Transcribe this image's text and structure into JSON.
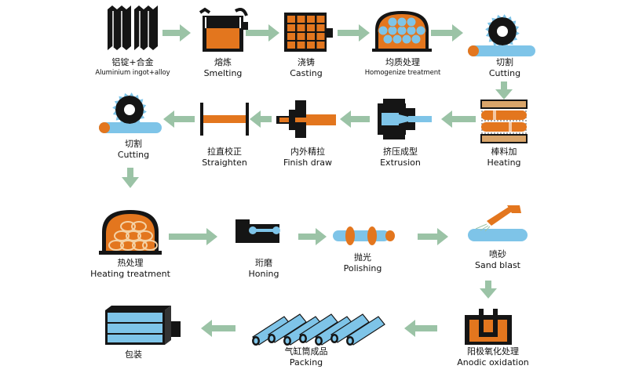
{
  "colors": {
    "arrow": "#9bc3a6",
    "orange": "#e3761e",
    "blue": "#7ec4e8",
    "dark": "#151515",
    "tan": "#d9a56a"
  },
  "steps": [
    {
      "id": "ingot",
      "cn": "铝锭+合金",
      "en": "Aluminium ingot+alloy",
      "icon": "ingot-icon"
    },
    {
      "id": "smelting",
      "cn": "熔炼",
      "en": "Smelting",
      "icon": "furnace-icon"
    },
    {
      "id": "casting",
      "cn": "浇铸",
      "en": "Casting",
      "icon": "casting-mold-icon"
    },
    {
      "id": "homogenize",
      "cn": "均质处理",
      "en": "Homogenize treatment",
      "icon": "homogenize-oven-icon"
    },
    {
      "id": "cutting1",
      "cn": "切割",
      "en": "Cutting",
      "icon": "saw-blade-icon"
    },
    {
      "id": "heating",
      "cn": "棒料加",
      "en": "Heating",
      "icon": "bar-heater-icon"
    },
    {
      "id": "extrusion",
      "cn": "挤压成型",
      "en": "Extrusion",
      "icon": "extruder-icon"
    },
    {
      "id": "finishdraw",
      "cn": "内外精拉",
      "en": "Finish draw",
      "icon": "draw-die-icon"
    },
    {
      "id": "straighten",
      "cn": "拉直校正",
      "en": "Straighten",
      "icon": "straightener-icon"
    },
    {
      "id": "cutting2",
      "cn": "切割",
      "en": "Cutting",
      "icon": "saw-blade-icon"
    },
    {
      "id": "heattreat",
      "cn": "热处理",
      "en": "Heating treatment",
      "icon": "heat-treatment-oven-icon"
    },
    {
      "id": "honing",
      "cn": "珩磨",
      "en": "Honing",
      "icon": "honing-machine-icon"
    },
    {
      "id": "polishing",
      "cn": "抛光",
      "en": "Polishing",
      "icon": "polishing-wheel-icon"
    },
    {
      "id": "sandblast",
      "cn": "喷砂",
      "en": "Sand blast",
      "icon": "sand-blast-nozzle-icon"
    },
    {
      "id": "anodic",
      "cn": "阳极氧化处理",
      "en": "Anodic oxidation",
      "icon": "anodizing-tank-icon"
    },
    {
      "id": "packing",
      "cn": "气缸筒成品",
      "en": "Packing",
      "icon": "finished-tubes-icon"
    },
    {
      "id": "baozhuang",
      "cn": "包装",
      "en": "",
      "icon": "package-box-icon"
    }
  ]
}
